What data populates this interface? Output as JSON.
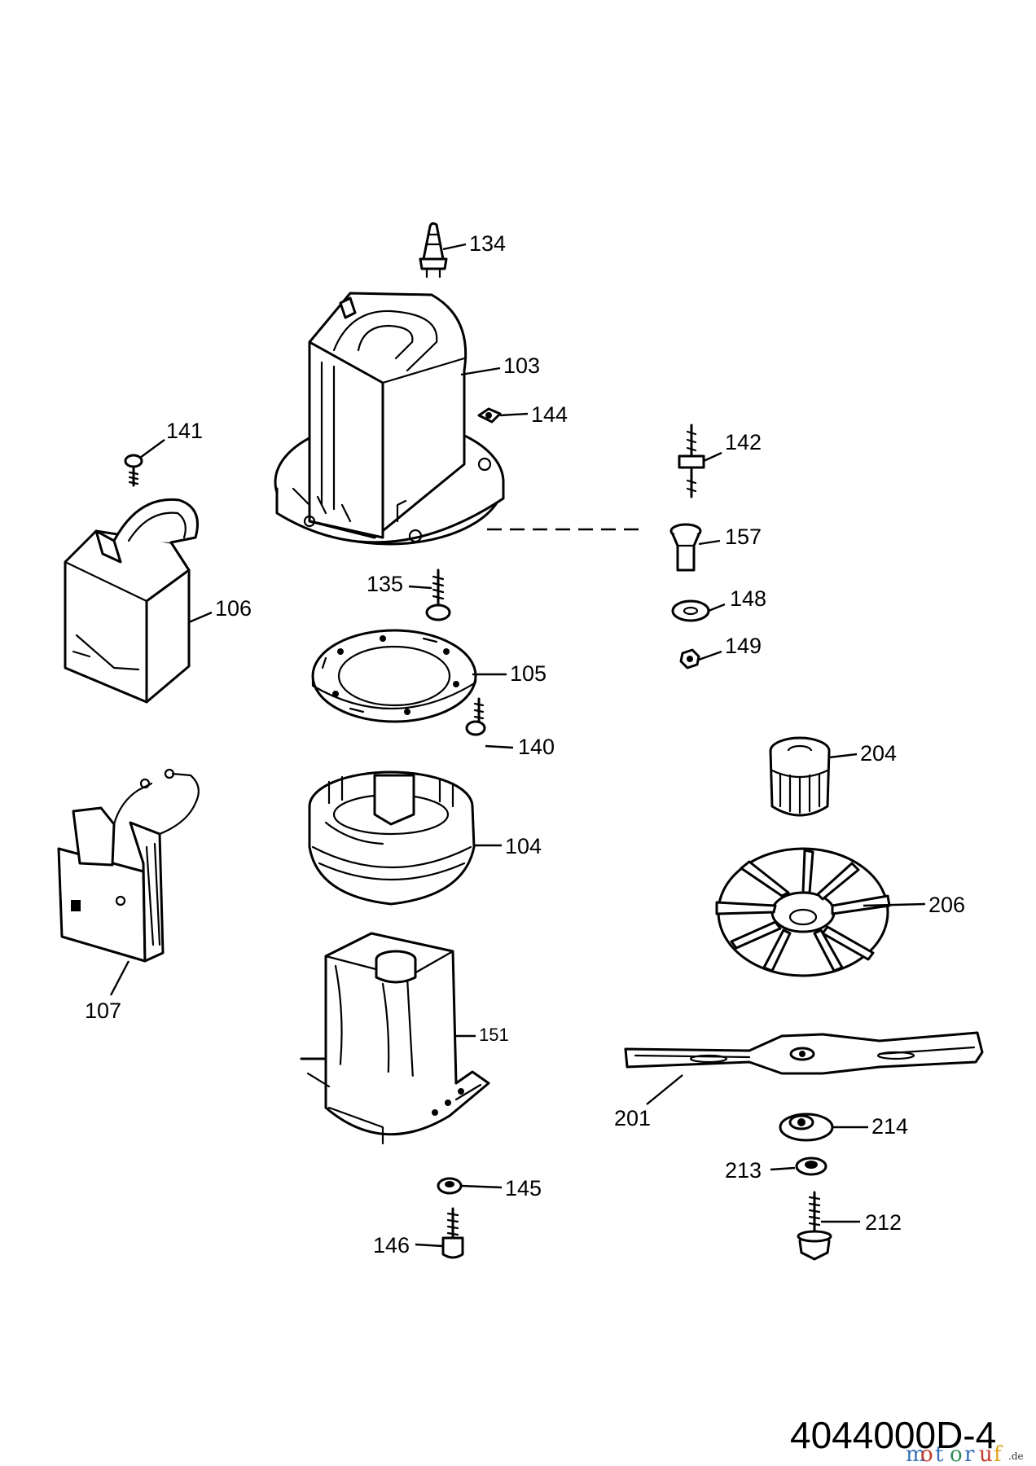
{
  "labels": {
    "p134": "134",
    "p103": "103",
    "p144": "144",
    "p141": "141",
    "p142": "142",
    "p106": "106",
    "p157": "157",
    "p135": "135",
    "p148": "148",
    "p105": "105",
    "p149": "149",
    "p140": "140",
    "p204": "204",
    "p104": "104",
    "p107": "107",
    "p206": "206",
    "p151": "151",
    "p201": "201",
    "p214": "214",
    "p213": "213",
    "p145": "145",
    "p212": "212",
    "p146": "146"
  },
  "document_number": "4044000D-4",
  "watermark": {
    "letters": [
      "m",
      "o",
      "t",
      "o",
      "r",
      "u",
      "f"
    ],
    "letter_colors": [
      "#3a6fb7",
      "#c0392b",
      "#3a6fb7",
      "#2e8b57",
      "#3a6fb7",
      "#c0392b",
      "#e0a21b"
    ],
    "suffix": ".de"
  }
}
